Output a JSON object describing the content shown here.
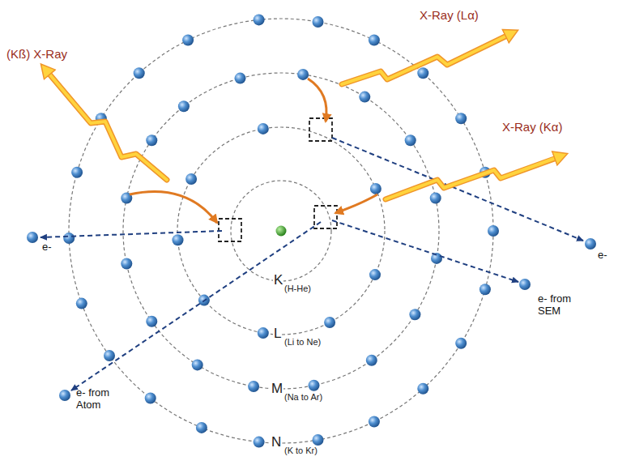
{
  "diagram": {
    "labels": [
      "X-Ray (Lα)",
      "(Kß) X-Ray",
      "X-Ray (Kα)",
      "e-",
      "e-",
      "e- from SEM",
      "e- from Atom",
      "K",
      "(H-He)",
      "L",
      "(Li to Ne)",
      "M",
      "(Na to Ar)",
      "N",
      "(K to Kr)"
    ]
  }
}
